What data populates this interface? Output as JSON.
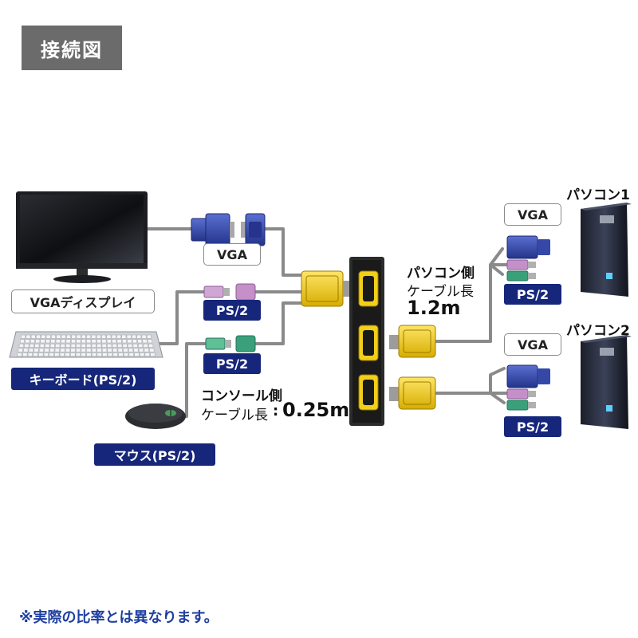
{
  "title": "接続図",
  "labels": {
    "vga_center": "VGA",
    "ps2_purple": "PS/2",
    "ps2_green": "PS/2",
    "monitor": "VGAディスプレイ",
    "keyboard": "キーボード(PS/2)",
    "mouse": "マウス(PS/2)",
    "pc1_vga": "VGA",
    "pc1_ps2": "PS/2",
    "pc2_vga": "VGA",
    "pc2_ps2": "PS/2"
  },
  "pc1": "パソコン1",
  "pc2": "パソコン2",
  "pc_cable": {
    "line1": "パソコン側",
    "line2": "ケーブル長",
    "value": "1.2m"
  },
  "console_cable": {
    "line1": "コンソール側",
    "line2": "ケーブル長",
    "sep": ":",
    "value": "0.25m"
  },
  "note": "※実際の比率とは異なります。",
  "colors": {
    "navy": "#16267a",
    "vga_blue": "#3548a8",
    "yellow": "#f2cf1a",
    "ps2_purple": "#c58fc9",
    "ps2_green": "#3aa07a",
    "grey": "#6b6b6b",
    "note": "#1f3fa0"
  }
}
